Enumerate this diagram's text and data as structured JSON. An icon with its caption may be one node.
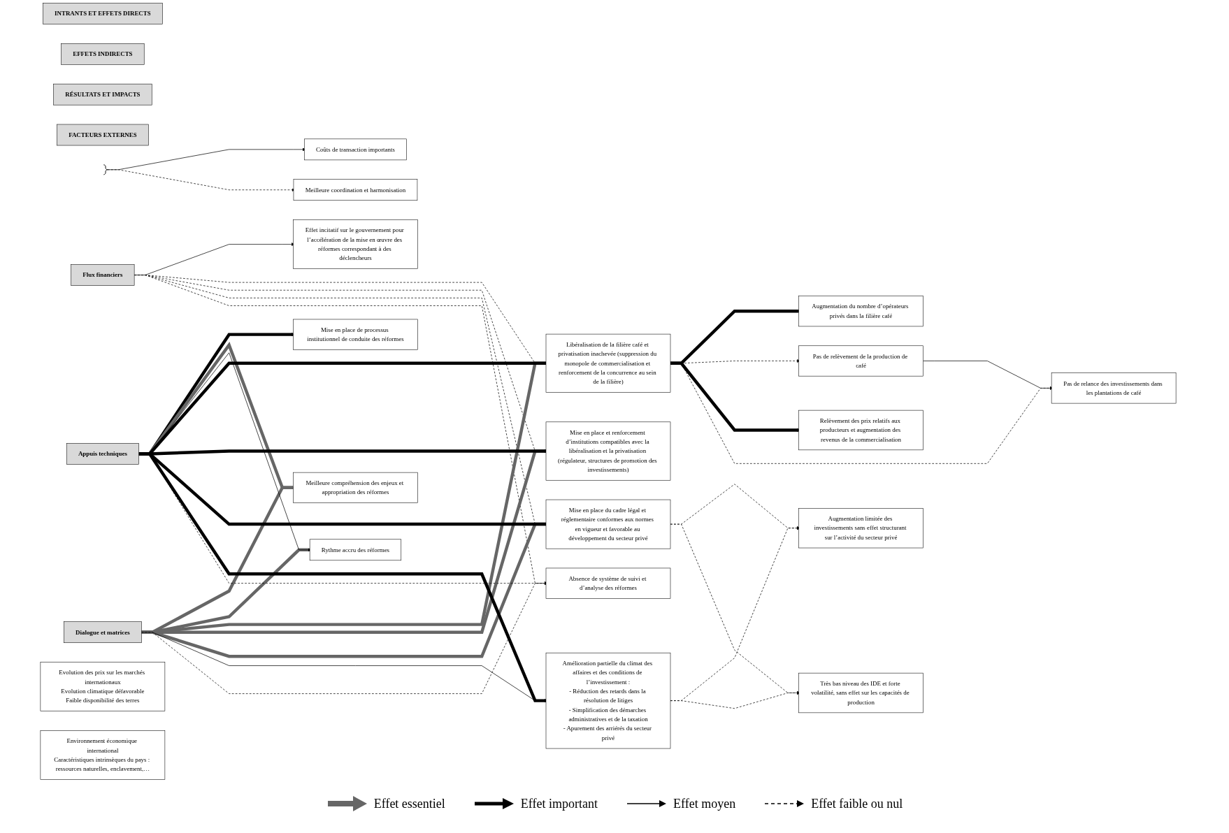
{
  "diagram": {
    "nodes": [
      {
        "text": [
          "INTRANTS ET EFFETS DIRECTS"
        ]
      },
      {
        "text": [
          "EFFETS INDIRECTS"
        ]
      },
      {
        "text": [
          "RÉSULTATS ET IMPACTS"
        ]
      },
      {
        "text": [
          "FACTEURS EXTERNES"
        ]
      },
      {
        "text": [
          "Flux financiers"
        ]
      },
      {
        "text": [
          "Effet incitatif sur le gouvernement pour l’accélération de la mise en œuvre des réformes correspondant à des déclencheurs"
        ]
      },
      {
        "text": [
          "Dialogue et matrices"
        ]
      },
      {
        "text": [
          "Mise en place de processus institutionnel de conduite des réformes"
        ]
      },
      {
        "text": [
          "Meilleure compréhension des enjeux et appropriation des réformes"
        ]
      },
      {
        "text": [
          "Rythme accru des réformes"
        ]
      },
      {
        "text": [
          "Appuis techniques"
        ]
      },
      {
        "text": [],
        "shape": "brace"
      },
      {
        "text": [
          "Coûts de transaction importants"
        ]
      },
      {
        "text": [
          "Meilleure coordination et harmonisation"
        ]
      },
      {
        "text": [
          "Libéralisation de la filière café et privatisation inachevée (suppression du monopole de commercialisation et renforcement de la concurrence au sein de la filière)"
        ]
      },
      {
        "text": [
          "Mise en place et renforcement d’institutions compatibles avec la libéralisation et la privatisation (régulateur, structures de promotion des investissements)"
        ]
      },
      {
        "text": [
          "Mise en place du cadre légal et réglementaire conformes aux normes en vigueur et favorable au développement du secteur privé"
        ]
      },
      {
        "text": [
          "Amélioration partielle du climat des affaires et des conditions de l’investissement :",
          "- Réduction des retards dans la résolution de litiges",
          "- Simplification des démarches administratives et de la taxation",
          "- Apurement des arriérés du secteur privé"
        ]
      },
      {
        "text": [
          "Absence de système de suivi et d’analyse des réformes"
        ]
      },
      {
        "text": [
          "Augmentation du nombre d’opérateurs privés dans la filière café"
        ]
      },
      {
        "text": [
          "Pas de relèvement de la production de café"
        ]
      },
      {
        "text": [
          "Relèvement des prix relatifs aux producteurs et augmentation des revenus de la commercialisation"
        ]
      },
      {
        "text": [
          "Pas de relance des investissements dans les plantations de café"
        ]
      },
      {
        "text": [
          "Augmentation limitée des investissements sans effet structurant sur l’activité du secteur privé"
        ]
      },
      {
        "text": [
          "Très bas niveau des IDE et forte volatilité, sans effet sur les capacités de production"
        ]
      },
      {
        "text": [
          "Evolution des prix sur les marchés internationaux",
          "Evolution climatique défavorable",
          "Faible disponibilité des terres"
        ]
      },
      {
        "text": [
          "Environnement économique international",
          "Caractéristiques intrinsèques du pays : ressources naturelles, enclavement,…"
        ]
      }
    ],
    "edges": [
      {
        "from": 4,
        "to": 5,
        "arrow": "to"
      },
      {
        "from": 4,
        "to": 14,
        "arrow": "to",
        "style": "dashed"
      },
      {
        "from": 4,
        "to": 15,
        "arrow": "to",
        "style": "dashed"
      },
      {
        "from": 4,
        "to": 16,
        "arrow": "to",
        "style": "dashed"
      },
      {
        "from": 4,
        "to": 18,
        "arrow": "to",
        "style": "dashed"
      },
      {
        "from": 6,
        "to": 8,
        "arrow": "to",
        "style": "thick",
        "color": "#666666"
      },
      {
        "from": 6,
        "to": 9,
        "arrow": "to",
        "style": "thick",
        "color": "#666666"
      },
      {
        "from": 6,
        "to": 14,
        "arrow": "to",
        "style": "thick",
        "color": "#666666"
      },
      {
        "from": 6,
        "to": 15,
        "arrow": "to",
        "style": "thick",
        "color": "#666666"
      },
      {
        "from": 6,
        "to": 16,
        "arrow": "to",
        "style": "thick",
        "color": "#666666"
      },
      {
        "from": 6,
        "to": 17,
        "arrow": "to"
      },
      {
        "from": 6,
        "to": 18,
        "arrow": "to",
        "style": "dashed"
      },
      {
        "from": 10,
        "to": 7,
        "arrow": "to",
        "style": "thick"
      },
      {
        "from": 10,
        "to": 8,
        "arrow": "to",
        "style": "thick",
        "color": "#666666"
      },
      {
        "from": 10,
        "to": 9,
        "arrow": "to"
      },
      {
        "from": 10,
        "to": 14,
        "arrow": "to",
        "style": "thick"
      },
      {
        "from": 10,
        "to": 15,
        "arrow": "to",
        "style": "thick"
      },
      {
        "from": 10,
        "to": 16,
        "arrow": "to",
        "style": "thick"
      },
      {
        "from": 10,
        "to": 17,
        "arrow": "to",
        "style": "thick"
      },
      {
        "from": 10,
        "to": 18,
        "arrow": "to",
        "style": "dashed"
      },
      {
        "from": 11,
        "to": 12,
        "arrow": "to"
      },
      {
        "from": 11,
        "to": 13,
        "arrow": "to",
        "style": "dashed"
      },
      {
        "from": 14,
        "to": 19,
        "arrow": "to",
        "style": "thick"
      },
      {
        "from": 14,
        "to": 20,
        "arrow": "to",
        "style": "dashed"
      },
      {
        "from": 14,
        "to": 21,
        "arrow": "to",
        "style": "thick"
      },
      {
        "from": 14,
        "to": 22,
        "arrow": "to",
        "style": "dashed"
      },
      {
        "from": 16,
        "to": 23,
        "arrow": "to",
        "style": "dashed"
      },
      {
        "from": 16,
        "to": 24,
        "arrow": "to",
        "style": "dashed"
      },
      {
        "from": 17,
        "to": 23,
        "arrow": "to",
        "style": "dashed"
      },
      {
        "from": 17,
        "to": 24,
        "arrow": "to",
        "style": "dashed"
      },
      {
        "from": 20,
        "to": 22,
        "arrow": "to"
      }
    ],
    "legend": [
      {
        "text": "Effet essentiel"
      },
      {
        "text": "Effet important"
      },
      {
        "text": "Effet moyen"
      },
      {
        "text": "Effet faible ou nul"
      }
    ]
  }
}
